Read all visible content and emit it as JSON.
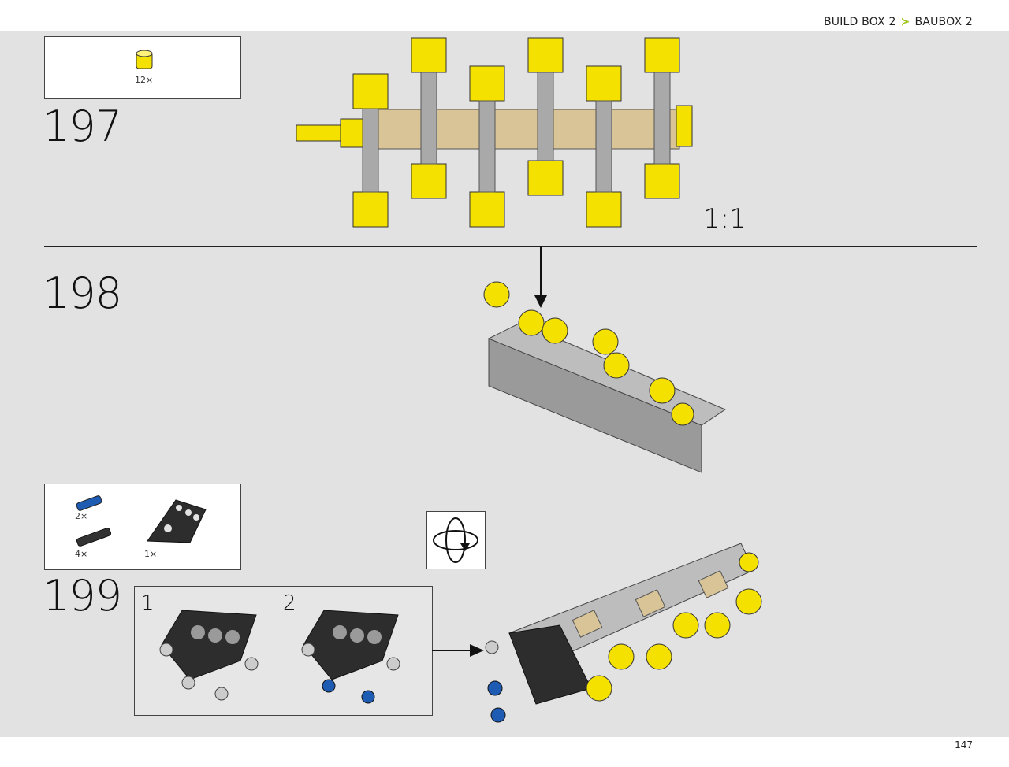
{
  "header": {
    "build_box_en": "BUILD BOX 2",
    "separator": "≻",
    "build_box_de": "BAUBOX 2"
  },
  "page_number": "147",
  "steps": [
    {
      "number": "197",
      "parts": [
        {
          "qty": "12×",
          "part": "yellow-piston"
        }
      ],
      "scale": "1:1"
    },
    {
      "number": "198"
    },
    {
      "number": "199",
      "parts": [
        {
          "qty": "2×",
          "part": "blue-axle-pin"
        },
        {
          "qty": "4×",
          "part": "black-friction-pin"
        },
        {
          "qty": "1×",
          "part": "black-frame"
        }
      ],
      "substeps": [
        {
          "label": "1"
        },
        {
          "label": "2"
        }
      ]
    }
  ],
  "colors": {
    "yellow": "#f5e100",
    "tan": "#d9c497",
    "grey": "#a9a9a9",
    "dark": "#333333",
    "blue": "#1e5cb3",
    "accent": "#9cc31c"
  }
}
